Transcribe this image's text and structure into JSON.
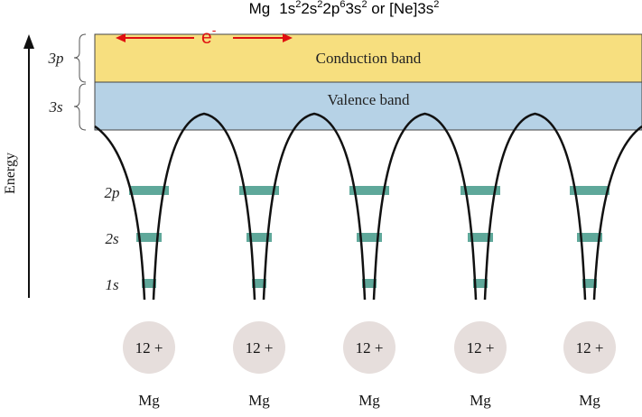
{
  "title": {
    "element": "Mg",
    "config": [
      "1s",
      "2",
      "2s",
      "2",
      "2p",
      "6",
      "3s",
      "2"
    ],
    "or_text": " or [Ne]3s",
    "or_sup": "2"
  },
  "electron": {
    "symbol": "e",
    "charge": "-"
  },
  "energy_axis_label": "Energy",
  "bands": {
    "conduction": {
      "label": "Conduction band",
      "orbital": "3p",
      "color": "#F7DF7F"
    },
    "valence": {
      "label": "Valence band",
      "orbital": "3s",
      "color": "#B6D2E6"
    }
  },
  "levels": {
    "labels": [
      "2p",
      "2s",
      "1s"
    ],
    "color": "#5FA89A"
  },
  "atoms": [
    {
      "charge": "12 +",
      "symbol": "Mg"
    },
    {
      "charge": "12 +",
      "symbol": "Mg"
    },
    {
      "charge": "12 +",
      "symbol": "Mg"
    },
    {
      "charge": "12 +",
      "symbol": "Mg"
    },
    {
      "charge": "12 +",
      "symbol": "Mg"
    }
  ],
  "colors": {
    "electron": "#E01010",
    "nucleus": "#E6DEDC",
    "curve": "#111111"
  }
}
